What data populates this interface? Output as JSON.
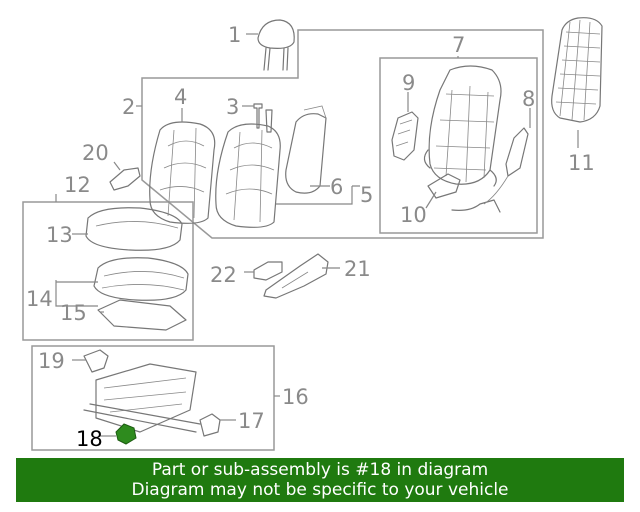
{
  "callouts": {
    "n1": "1",
    "n2": "2",
    "n3": "3",
    "n4": "4",
    "n5": "5",
    "n6": "6",
    "n7": "7",
    "n8": "8",
    "n9": "9",
    "n10": "10",
    "n11": "11",
    "n12": "12",
    "n13": "13",
    "n14": "14",
    "n15": "15",
    "n16": "16",
    "n17": "17",
    "n18": "18",
    "n19": "19",
    "n20": "20",
    "n21": "21",
    "n22": "22"
  },
  "highlight": {
    "part": "18",
    "color": "#2e8b1e"
  },
  "banner": {
    "line1": "Part or sub-assembly is #18 in diagram",
    "line2": "Diagram may not be specific to your vehicle",
    "color": "#1f7a0f"
  }
}
